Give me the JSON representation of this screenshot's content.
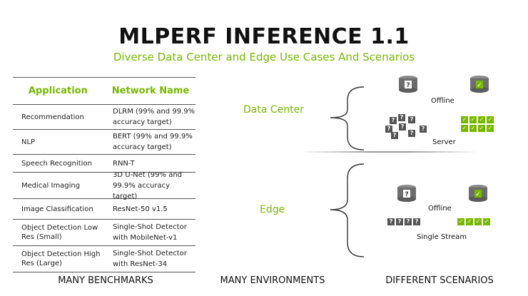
{
  "title": "MLPERF INFERENCE 1.1",
  "subtitle": "Diverse Data Center and Edge Use Cases And Scenarios",
  "table": {
    "headers": {
      "application": "Application",
      "network": "Network Name"
    },
    "rows": [
      {
        "application": "Recommendation",
        "network": "DLRM (99% and 99.9% accuracy target)"
      },
      {
        "application": "NLP",
        "network": "BERT (99% and 99.9% accuracy target)"
      },
      {
        "application": "Speech Recognition",
        "network": "RNN-T"
      },
      {
        "application": "Medical Imaging",
        "network": "3D U-Net (99% and 99.9% accuracy target)"
      },
      {
        "application": "Image Classification",
        "network": "ResNet-50 v1.5"
      },
      {
        "application": "Object Detection Low Res (Small)",
        "network": "Single-Shot Detector with MobileNet-v1"
      },
      {
        "application": "Object Detection High Res (Large)",
        "network": "Single-Shot Detector with ResNet-34"
      }
    ]
  },
  "environments": {
    "data_center": "Data Center",
    "edge": "Edge"
  },
  "scenarios": {
    "offline_dc": "Offline",
    "server": "Server",
    "offline_edge": "Offline",
    "single_stream": "Single Stream"
  },
  "glyphs": {
    "question": "?",
    "check": "✓"
  },
  "footer": {
    "benchmarks": "MANY BENCHMARKS",
    "environments": "MANY ENVIRONMENTS",
    "scenarios": "DIFFERENT SCENARIOS"
  },
  "colors": {
    "accent": "#76b900",
    "chip": "#555555"
  }
}
